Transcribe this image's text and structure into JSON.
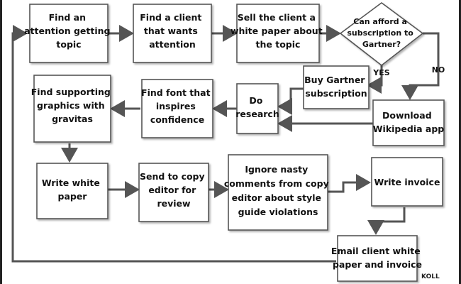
{
  "nodes": {
    "find_attention_topic": {
      "lines": [
        "Find an",
        "attention getting",
        "topic"
      ]
    },
    "find_client": {
      "lines": [
        "Find a client",
        "that wants",
        "attention"
      ]
    },
    "sell_white_paper": {
      "lines": [
        "Sell the client a",
        "white paper about",
        "the topic"
      ]
    },
    "afford_gartner": {
      "lines": [
        "Can afford a",
        "subscription to",
        "Gartner?"
      ]
    },
    "buy_gartner": {
      "lines": [
        "Buy Gartner",
        "subscription"
      ]
    },
    "download_wikipedia": {
      "lines": [
        "Download",
        "Wikipedia app"
      ]
    },
    "do_research": {
      "lines": [
        "Do",
        "research"
      ]
    },
    "find_font": {
      "lines": [
        "Find font that",
        "inspires",
        "confidence"
      ]
    },
    "find_graphics": {
      "lines": [
        "Find supporting",
        "graphics with",
        "gravitas"
      ]
    },
    "write_white_paper": {
      "lines": [
        "Write white",
        "paper"
      ]
    },
    "send_copy_editor": {
      "lines": [
        "Send to copy",
        "editor for",
        "review"
      ]
    },
    "ignore_comments": {
      "lines": [
        "Ignore nasty",
        "comments from copy",
        "editor about style",
        "guide violations"
      ]
    },
    "write_invoice": {
      "lines": [
        "Write invoice"
      ]
    },
    "email_client": {
      "lines": [
        "Email client white",
        "paper and invoice"
      ]
    }
  },
  "edge_labels": {
    "yes": "YES",
    "no": "NO"
  },
  "signature": "KOLL"
}
